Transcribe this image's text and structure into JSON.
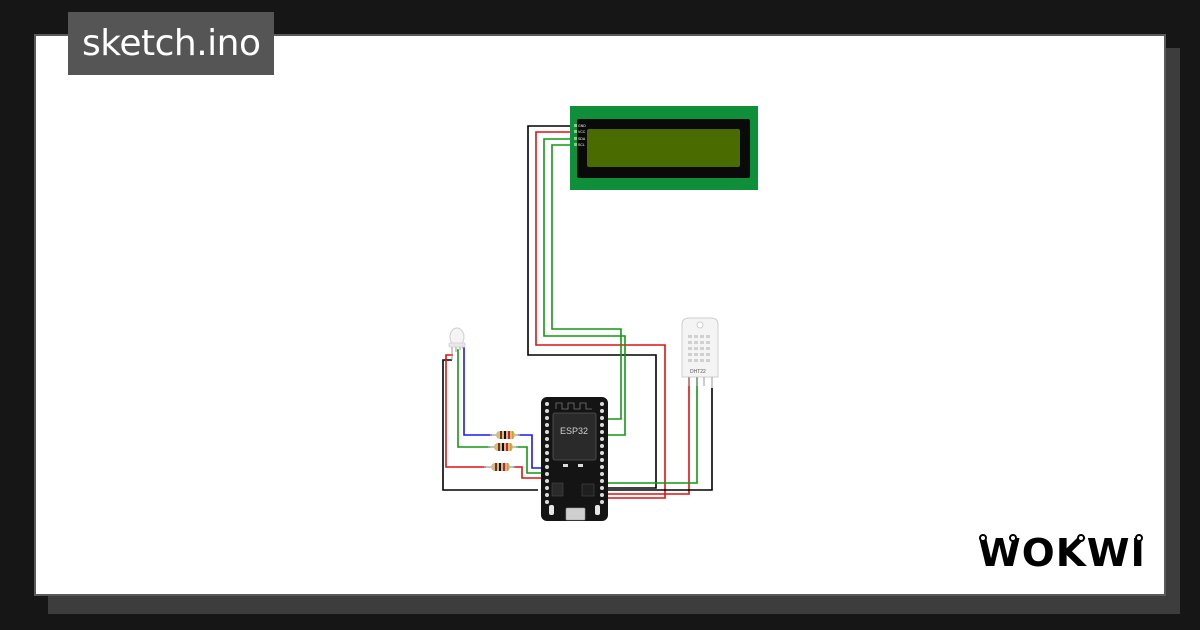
{
  "header": {
    "file_name": "sketch.ino"
  },
  "brand": {
    "logo_text": "WOKWI"
  },
  "components": {
    "lcd": {
      "pins": [
        "GND",
        "VCC",
        "SDA",
        "SCL"
      ]
    },
    "esp32": {
      "label": "ESP32"
    },
    "dht22": {
      "label": "DHT22"
    }
  },
  "colors": {
    "background": "#161616",
    "canvas": "#ffffff",
    "tab": "#555555",
    "wire_black": "#000000",
    "wire_red": "#e01010",
    "wire_green": "#119911",
    "wire_blue": "#1a1aee",
    "lcd_board": "#0f8f3a",
    "lcd_screen": "#4a6b00"
  }
}
